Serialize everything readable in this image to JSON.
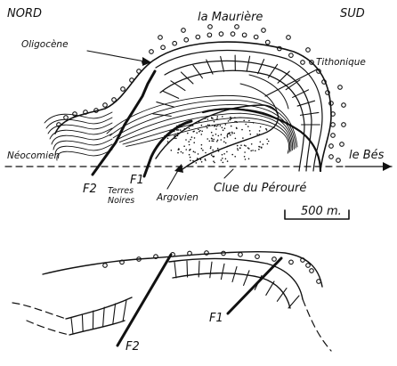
{
  "header": {
    "north": "NORD",
    "center": "la Maurière",
    "south": "SUD"
  },
  "labels": {
    "oligocene": "Oligocène",
    "tithonique": "Tithonique",
    "neocomien": "Néocomien",
    "river": "le Bés",
    "terres_noires_line1": "Terres",
    "terres_noires_line2": "Noires",
    "argovien": "Argovien",
    "clue": "Clue du Pérouré"
  },
  "faults": {
    "f1": "F1",
    "f2": "F2"
  },
  "scale_bar": "500 m.",
  "lower_section": {
    "f1": "F1",
    "f2": "F2"
  }
}
